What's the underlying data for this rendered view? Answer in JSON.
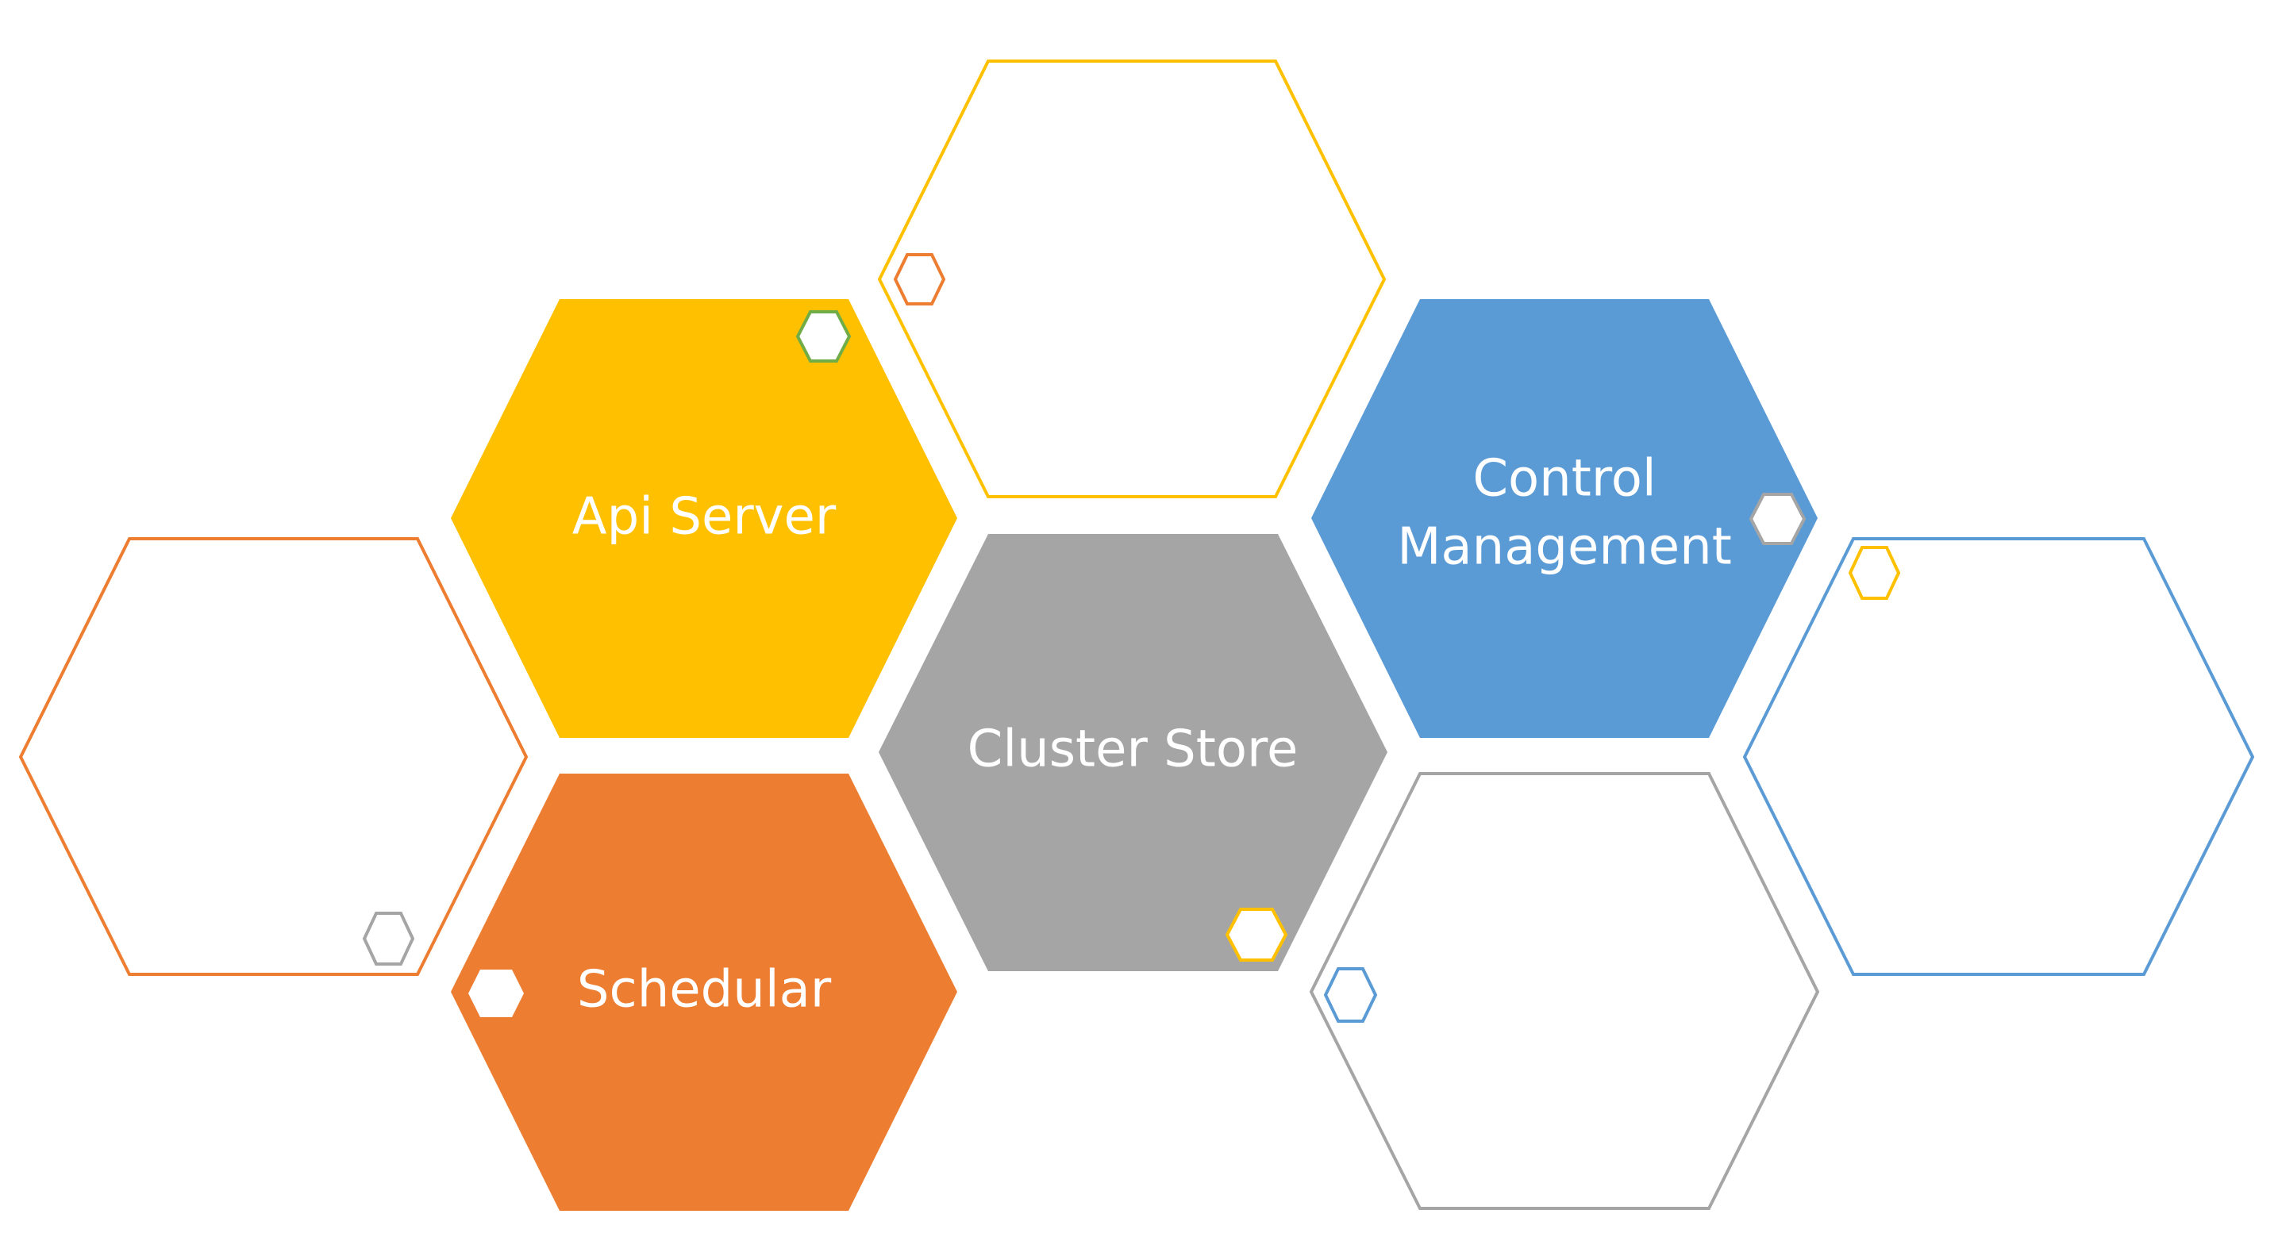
{
  "diagram": {
    "title": "Kubernetes master components honeycomb",
    "colors": {
      "yellow": "#FFC000",
      "orange": "#ED7D31",
      "gray": "#A5A5A5",
      "blue": "#5B9BD5",
      "green": "#70AD47",
      "white": "#FFFFFF"
    },
    "hexagons": [
      {
        "id": "api-server",
        "label": "Api Server",
        "style": "filled",
        "color": "yellow",
        "marker": {
          "style": "outline",
          "color": "green",
          "position": "top-right"
        }
      },
      {
        "id": "schedular",
        "label": "Schedular",
        "style": "filled",
        "color": "orange",
        "marker": {
          "style": "filled",
          "color": "white",
          "position": "left"
        }
      },
      {
        "id": "cluster-store",
        "label": "Cluster Store",
        "style": "filled",
        "color": "gray",
        "marker": {
          "style": "outline",
          "color": "yellow",
          "position": "bottom-right"
        }
      },
      {
        "id": "control-management",
        "label_lines": [
          "Control",
          "Management"
        ],
        "style": "filled",
        "color": "blue",
        "marker": {
          "style": "outline",
          "color": "gray",
          "position": "right"
        }
      },
      {
        "id": "top-outline",
        "label": "",
        "style": "outline",
        "color": "yellow",
        "marker": {
          "style": "outline",
          "color": "orange",
          "position": "left"
        }
      },
      {
        "id": "left-outline",
        "label": "",
        "style": "outline",
        "color": "orange",
        "marker": {
          "style": "outline",
          "color": "gray",
          "position": "bottom-right"
        }
      },
      {
        "id": "bottom-right-outline",
        "label": "",
        "style": "outline",
        "color": "gray",
        "marker": {
          "style": "outline",
          "color": "blue",
          "position": "left"
        }
      },
      {
        "id": "right-outline",
        "label": "",
        "style": "outline",
        "color": "blue",
        "marker": {
          "style": "outline",
          "color": "yellow",
          "position": "top-left"
        }
      }
    ]
  }
}
